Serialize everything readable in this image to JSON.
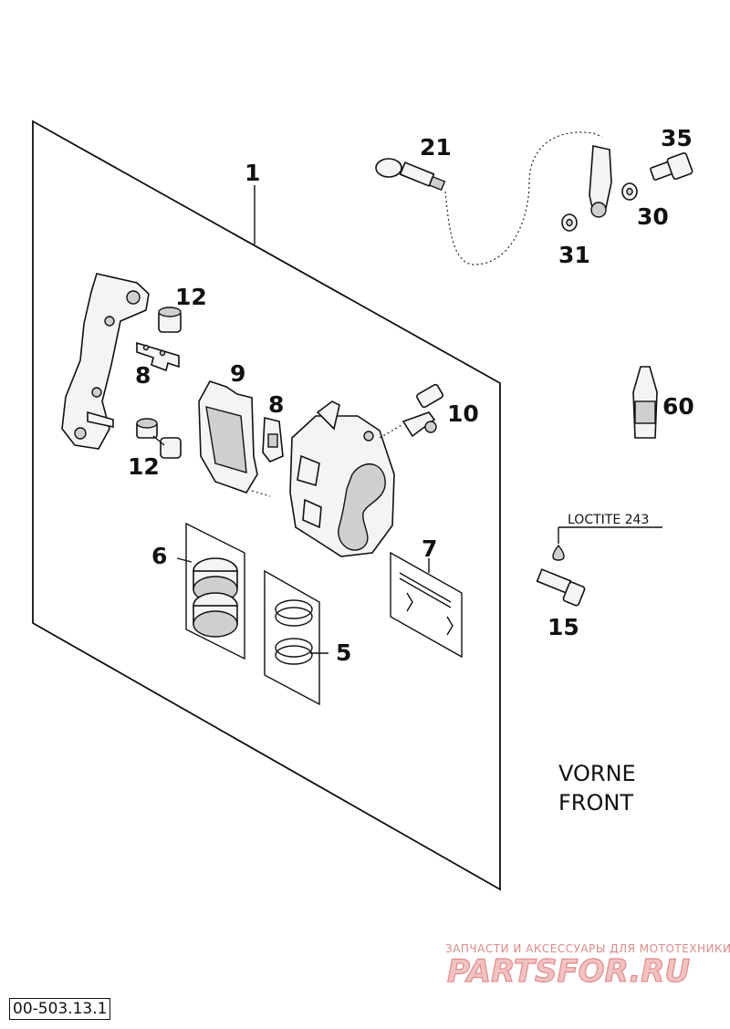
{
  "callouts": {
    "c1": "1",
    "c21": "21",
    "c35": "35",
    "c30": "30",
    "c31": "31",
    "c12a": "12",
    "c8a": "8",
    "c9": "9",
    "c8b": "8",
    "c10": "10",
    "c12b": "12",
    "c60": "60",
    "c6": "6",
    "c7": "7",
    "c5": "5",
    "c15": "15"
  },
  "loctite_label": "LOCTITE 243",
  "front_label_line1": "VORNE",
  "front_label_line2": "FRONT",
  "watermark": {
    "tagline": "ЗАПЧАСТИ И АКСЕССУАРЫ ДЛЯ МОТОТЕХНИКИ",
    "brand": "PARTSFOR.RU"
  },
  "drawing_number": "00-503.13.1",
  "colors": {
    "ink": "#111111",
    "watermark": "#e08c8c"
  }
}
